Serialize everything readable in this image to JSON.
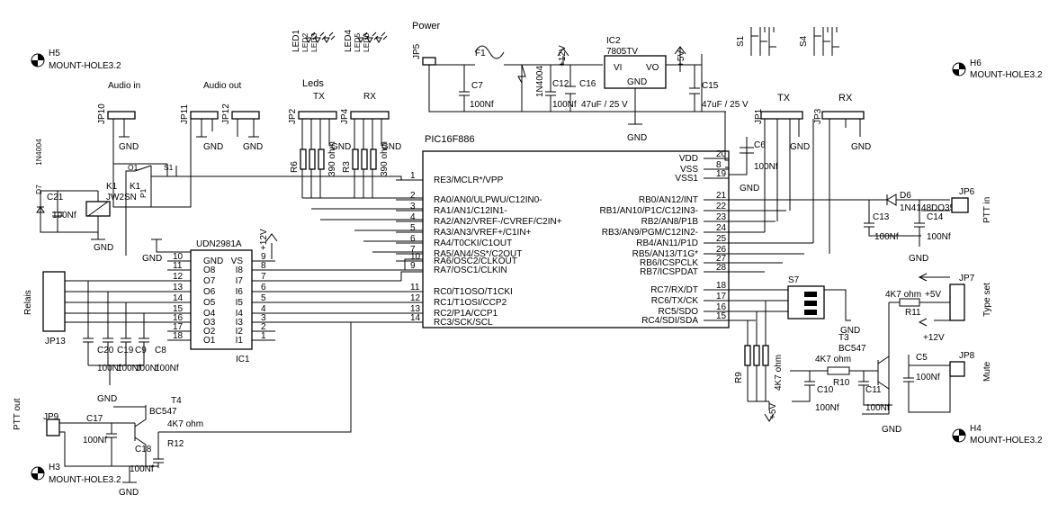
{
  "mount_holes": [
    {
      "ref": "H5",
      "value": "MOUNT-HOLE3.2"
    },
    {
      "ref": "H6",
      "value": "MOUNT-HOLE3.2"
    },
    {
      "ref": "H4",
      "value": "MOUNT-HOLE3.2"
    },
    {
      "ref": "H3",
      "value": "MOUNT-HOLE3.2"
    }
  ],
  "sections": {
    "power": "Power",
    "audio_in": "Audio in",
    "audio_out": "Audio out",
    "leds": "Leds",
    "tx": "TX",
    "rx": "RX"
  },
  "leds": [
    "LED1",
    "LED2",
    "LED3",
    "LED4",
    "LED5",
    "LED6"
  ],
  "switches": {
    "s1": "S1",
    "s4": "S4"
  },
  "connectors": {
    "jp5": "JP5",
    "jp10": "JP10",
    "jp11": "JP11",
    "jp12": "JP12",
    "jp2": "JP2",
    "jp4": "JP4",
    "jp1": "JP1",
    "jp3": "JP3",
    "jp6": "JP6",
    "jp7": "JP7",
    "jp8": "JP8",
    "jp9": "JP9",
    "jp13": "JP13"
  },
  "conn_labels": {
    "ptt_in": "PTT in",
    "type_set": "Type set",
    "mute": "Mute",
    "ptt_out": "PTT out",
    "relais": "Relais"
  },
  "power": {
    "f1": "F1",
    "d1": "1N4004",
    "ic2": "IC2",
    "ic2_part": "7805TV",
    "vi": "VI",
    "vo": "VO",
    "gnd": "GND",
    "c7": "C7",
    "c7v": "100Nf",
    "c12": "C12",
    "c16": "C16",
    "c12v": "100Nf",
    "c16v": "47uF / 25 V",
    "c15": "C15",
    "c15v": "47uF / 25 V",
    "p12": "+12V",
    "p5": "+5V"
  },
  "mcu": {
    "name": "PIC16F886",
    "left": [
      {
        "num": "1",
        "name": "RE3/MCLR*/VPP"
      },
      {
        "num": "2",
        "name": "RA0/AN0/ULPWU/C12IN0-"
      },
      {
        "num": "3",
        "name": "RA1/AN1/C12IN1-"
      },
      {
        "num": "4",
        "name": "RA2/AN2/VREF-/CVREF/C2IN+"
      },
      {
        "num": "5",
        "name": "RA3/AN3/VREF+/C1IN+"
      },
      {
        "num": "6",
        "name": "RA4/T0CKI/C1OUT"
      },
      {
        "num": "7",
        "name": "RA5/AN4/SS*/C2OUT"
      },
      {
        "num": "10",
        "name": "RA6/OSC2/CLKOUT"
      },
      {
        "num": "9",
        "name": "RA7/OSC1/CLKIN"
      },
      {
        "num": "11",
        "name": "RC0/T1OSO/T1CKI"
      },
      {
        "num": "12",
        "name": "RC1/T1OSI/CCP2"
      },
      {
        "num": "13",
        "name": "RC2/P1A/CCP1"
      },
      {
        "num": "14",
        "name": "RC3/SCK/SCL"
      }
    ],
    "right": [
      {
        "num": "20",
        "name": "VDD"
      },
      {
        "num": "8",
        "name": "VSS"
      },
      {
        "num": "19",
        "name": "VSS1"
      },
      {
        "num": "21",
        "name": "RB0/AN12/INT"
      },
      {
        "num": "22",
        "name": "RB1/AN10/P1C/C12IN3-"
      },
      {
        "num": "23",
        "name": "RB2/AN8/P1B"
      },
      {
        "num": "24",
        "name": "RB3/AN9/PGM/C12IN2-"
      },
      {
        "num": "25",
        "name": "RB4/AN11/P1D"
      },
      {
        "num": "26",
        "name": "RB5/AN13/T1G*"
      },
      {
        "num": "27",
        "name": "RB6/ICSPCLK"
      },
      {
        "num": "28",
        "name": "RB7/ICSPDAT"
      },
      {
        "num": "18",
        "name": "RC7/RX/DT"
      },
      {
        "num": "17",
        "name": "RC6/TX/CK"
      },
      {
        "num": "16",
        "name": "RC5/SDO"
      },
      {
        "num": "15",
        "name": "RC4/SDI/SDA"
      }
    ]
  },
  "udn": {
    "name": "UDN2981A",
    "ref": "IC1",
    "left": [
      {
        "num": "10",
        "name": "GND"
      },
      {
        "num": "11",
        "name": "O8"
      },
      {
        "num": "12",
        "name": "O7"
      },
      {
        "num": "13",
        "name": "O6"
      },
      {
        "num": "14",
        "name": "O5"
      },
      {
        "num": "15",
        "name": "O4"
      },
      {
        "num": "16",
        "name": "O3"
      },
      {
        "num": "17",
        "name": "O2"
      },
      {
        "num": "18",
        "name": "O1"
      }
    ],
    "right": [
      {
        "num": "9",
        "name": "VS"
      },
      {
        "num": "8",
        "name": "I8"
      },
      {
        "num": "7",
        "name": "I7"
      },
      {
        "num": "6",
        "name": "I6"
      },
      {
        "num": "5",
        "name": "I5"
      },
      {
        "num": "4",
        "name": "I4"
      },
      {
        "num": "3",
        "name": "I3"
      },
      {
        "num": "2",
        "name": "I2"
      },
      {
        "num": "1",
        "name": "I1"
      }
    ]
  },
  "relay": {
    "k1": "K1",
    "k1b": "K1",
    "part": "JW2SN",
    "o1": "O1",
    "s1": "S1",
    "p1": "P1",
    "d7": "D7",
    "d7v": "1N4004",
    "c21": "C21",
    "c21v": "100Nf"
  },
  "leds_r": {
    "r6": "R6",
    "r3": "R3",
    "v1": "390 ohm",
    "v2": "390 ohm"
  },
  "caps": {
    "c6": "C6",
    "c6v": "100Nf",
    "c13": "C13",
    "c13v": "100Nf",
    "c14": "C14",
    "c14v": "100Nf",
    "d6": "D6",
    "d6v": "1N4148DO35",
    "c20": "C20",
    "c19": "C19",
    "c9": "C9",
    "c8": "C8",
    "cv": "100Nf",
    "c10": "C10",
    "c10v": "100Nf",
    "c11": "C11",
    "c11v": "100Nf",
    "c5": "C5",
    "c5v": "100Nf",
    "c17": "C17",
    "c17v": "100Nf",
    "c18": "C18",
    "c18v": "100Nf"
  },
  "s7": "S7",
  "transistors": {
    "t3": "T3",
    "t3v": "BC547",
    "t4": "T4",
    "t4v": "BC547"
  },
  "resistors": {
    "r11": "R11",
    "r11v": "4K7 ohm",
    "r10": "R10",
    "r10v": "4K7 ohm",
    "r12": "R12",
    "r12v": "4K7 ohm",
    "r9": "R9",
    "r9v": "4K7 ohm"
  },
  "rails": {
    "gnd": "GND",
    "p5": "+5V",
    "p12": "+12V"
  }
}
